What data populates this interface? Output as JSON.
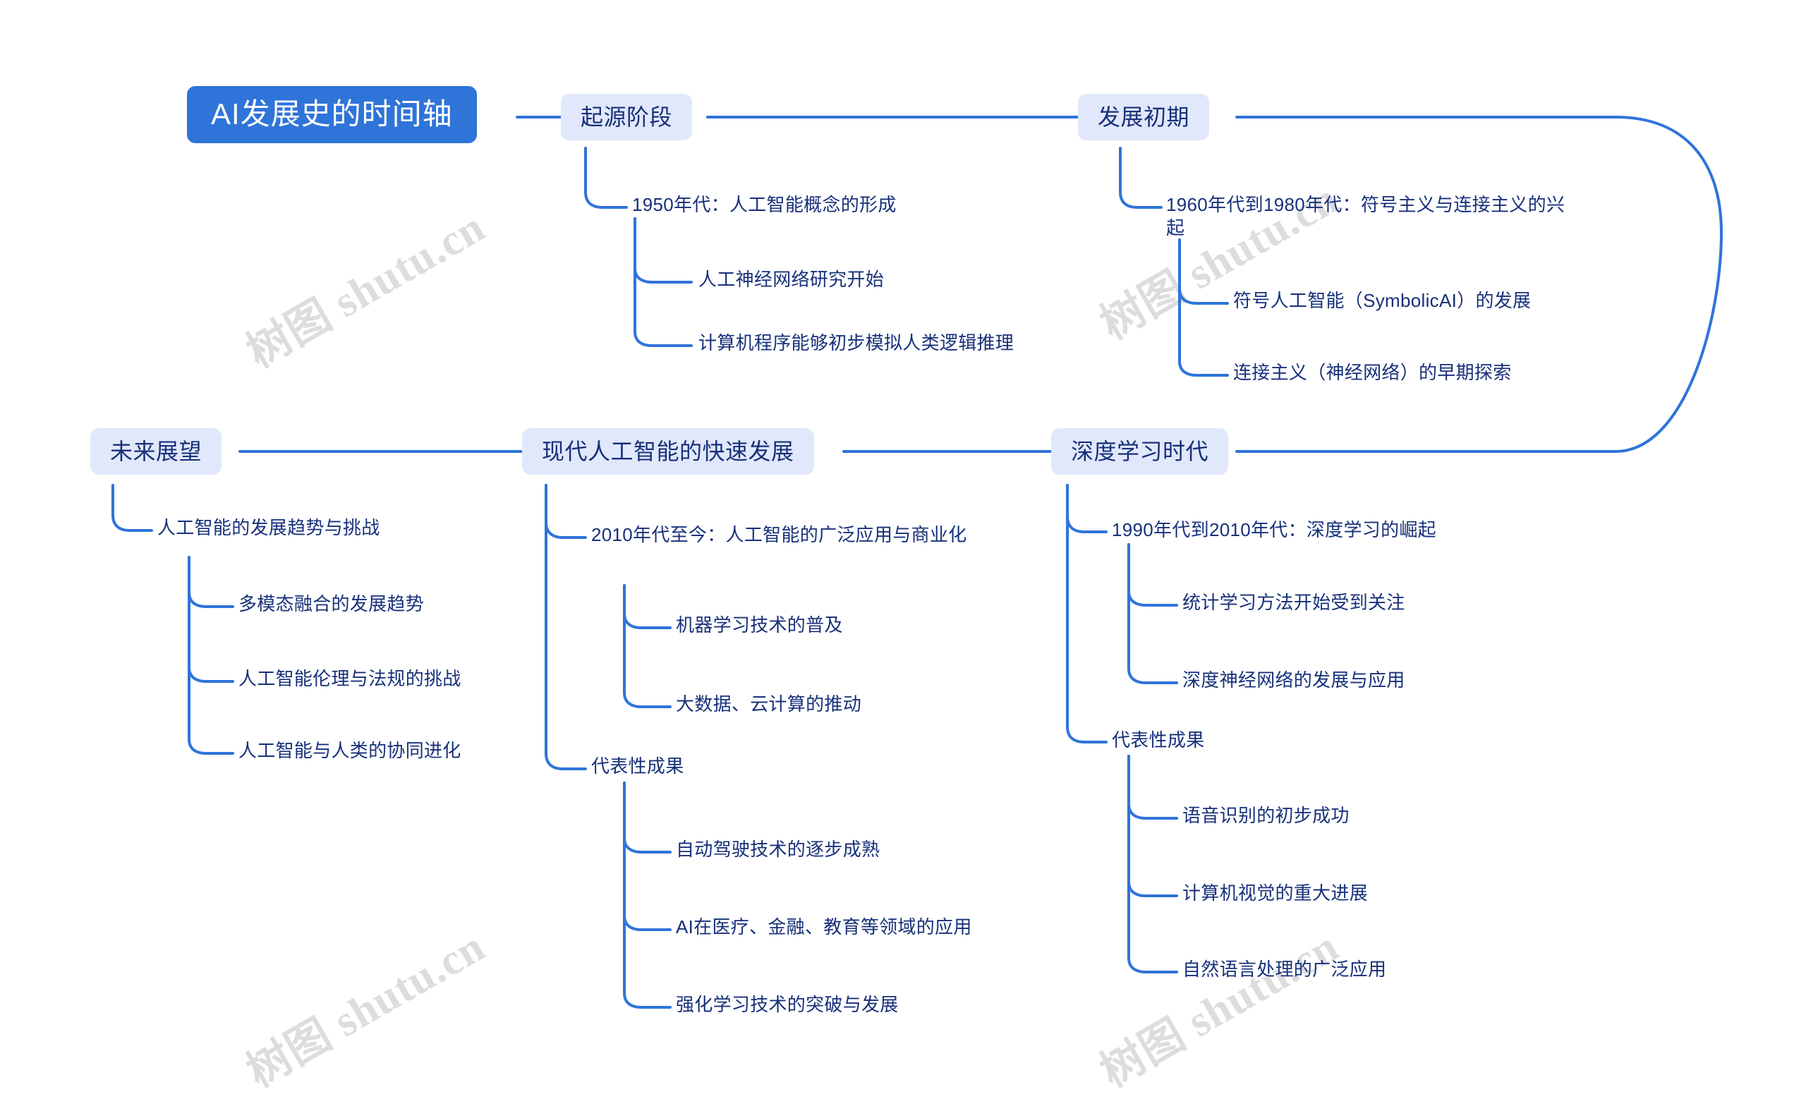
{
  "diagram": {
    "type": "mindmap",
    "title": "AI发展史的时间轴",
    "colors": {
      "root_bg": "#2f74d9",
      "root_text": "#ffffff",
      "branch_bg": "#e2e8fb",
      "branch_text": "#17307a",
      "leaf_text": "#17307a",
      "link": "#2f74d9",
      "background": "#ffffff",
      "watermark": "#d8d8d8"
    },
    "watermark_text": "树图 shutu.cn"
  },
  "root": {
    "label": "AI发展史的时间轴"
  },
  "branches": [
    {
      "id": "origin",
      "label": "起源阶段",
      "children": [
        {
          "label": "1950年代：人工智能概念的形成",
          "children": [
            {
              "label": "人工神经网络研究开始"
            },
            {
              "label": "计算机程序能够初步模拟人类逻辑推理"
            }
          ]
        }
      ]
    },
    {
      "id": "early",
      "label": "发展初期",
      "children": [
        {
          "label": "1960年代到1980年代：符号主义与连接主义的兴起",
          "children": [
            {
              "label": "符号人工智能（SymbolicAI）的发展"
            },
            {
              "label": "连接主义（神经网络）的早期探索"
            }
          ]
        }
      ]
    },
    {
      "id": "deep",
      "label": "深度学习时代",
      "children": [
        {
          "label": "1990年代到2010年代：深度学习的崛起",
          "children": [
            {
              "label": "统计学习方法开始受到关注"
            },
            {
              "label": "深度神经网络的发展与应用"
            }
          ]
        },
        {
          "label": "代表性成果",
          "children": [
            {
              "label": "语音识别的初步成功"
            },
            {
              "label": "计算机视觉的重大进展"
            },
            {
              "label": "自然语言处理的广泛应用"
            }
          ]
        }
      ]
    },
    {
      "id": "modern",
      "label": "现代人工智能的快速发展",
      "children": [
        {
          "label": "2010年代至今：人工智能的广泛应用与商业化",
          "children": [
            {
              "label": "机器学习技术的普及"
            },
            {
              "label": "大数据、云计算的推动"
            }
          ]
        },
        {
          "label": "代表性成果",
          "children": [
            {
              "label": "自动驾驶技术的逐步成熟"
            },
            {
              "label": "AI在医疗、金融、教育等领域的应用"
            },
            {
              "label": "强化学习技术的突破与发展"
            }
          ]
        }
      ]
    },
    {
      "id": "future",
      "label": "未来展望",
      "children": [
        {
          "label": "人工智能的发展趋势与挑战",
          "children": [
            {
              "label": "多模态融合的发展趋势"
            },
            {
              "label": "人工智能伦理与法规的挑战"
            },
            {
              "label": "人工智能与人类的协同进化"
            }
          ]
        }
      ]
    }
  ]
}
